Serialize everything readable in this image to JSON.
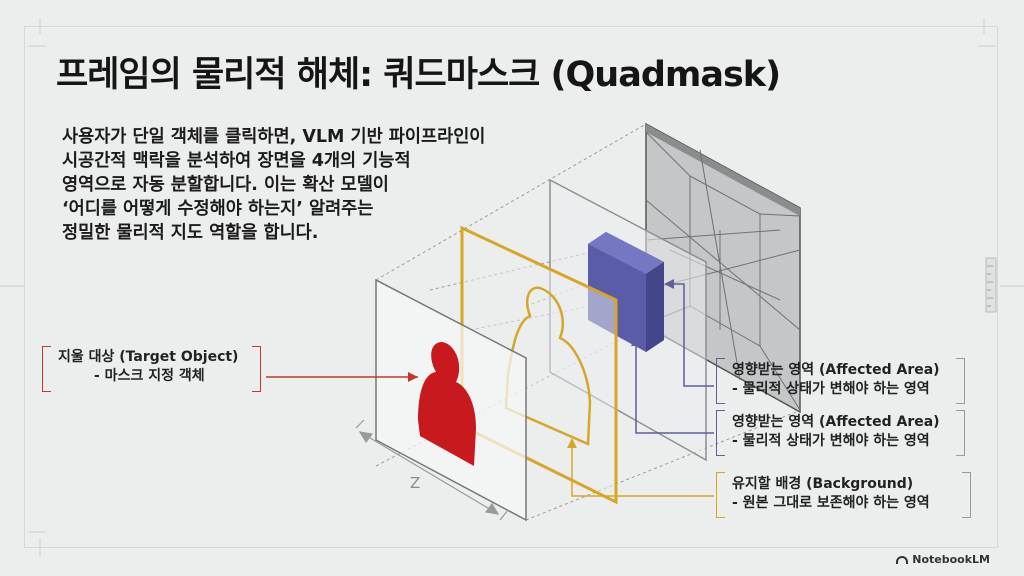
{
  "title": "프레임의 물리적 해체: 쿼드마스크 (Quadmask)",
  "intro": {
    "lines": [
      "사용자가 단일 객체를 클릭하면, VLM 기반 파이프라인이",
      "시공간적 맥락을 분석하여 장면을 4개의 기능적",
      "영역으로 자동 분할합니다. 이는 확산 모델이",
      "‘어디를 어떻게 수정해야 하는지’ 알려주는",
      "정밀한 물리적 지도 역할을 합니다."
    ]
  },
  "diagram": {
    "axis_label": "Z",
    "colors": {
      "target": "#c8191e",
      "outline": "#d6a726",
      "affected": "#5a5ca8",
      "background": "#8e9192"
    },
    "labels": {
      "target": {
        "title": "지울 대상 (Target Object)",
        "subtitle": "- 마스크 지정 객체"
      },
      "affected_1": {
        "title": "영향받는 영역 (Affected Area)",
        "subtitle": "- 물리적 상태가 변해야 하는 영역"
      },
      "affected_2": {
        "title": "영향받는 영역 (Affected Area)",
        "subtitle": "- 물리적 상태가 변해야 하는 영역"
      },
      "background": {
        "title": "유지할 배경 (Background)",
        "subtitle": "- 원본 그대로 보존해야 하는 영역"
      }
    }
  },
  "brand": "NotebookLM"
}
